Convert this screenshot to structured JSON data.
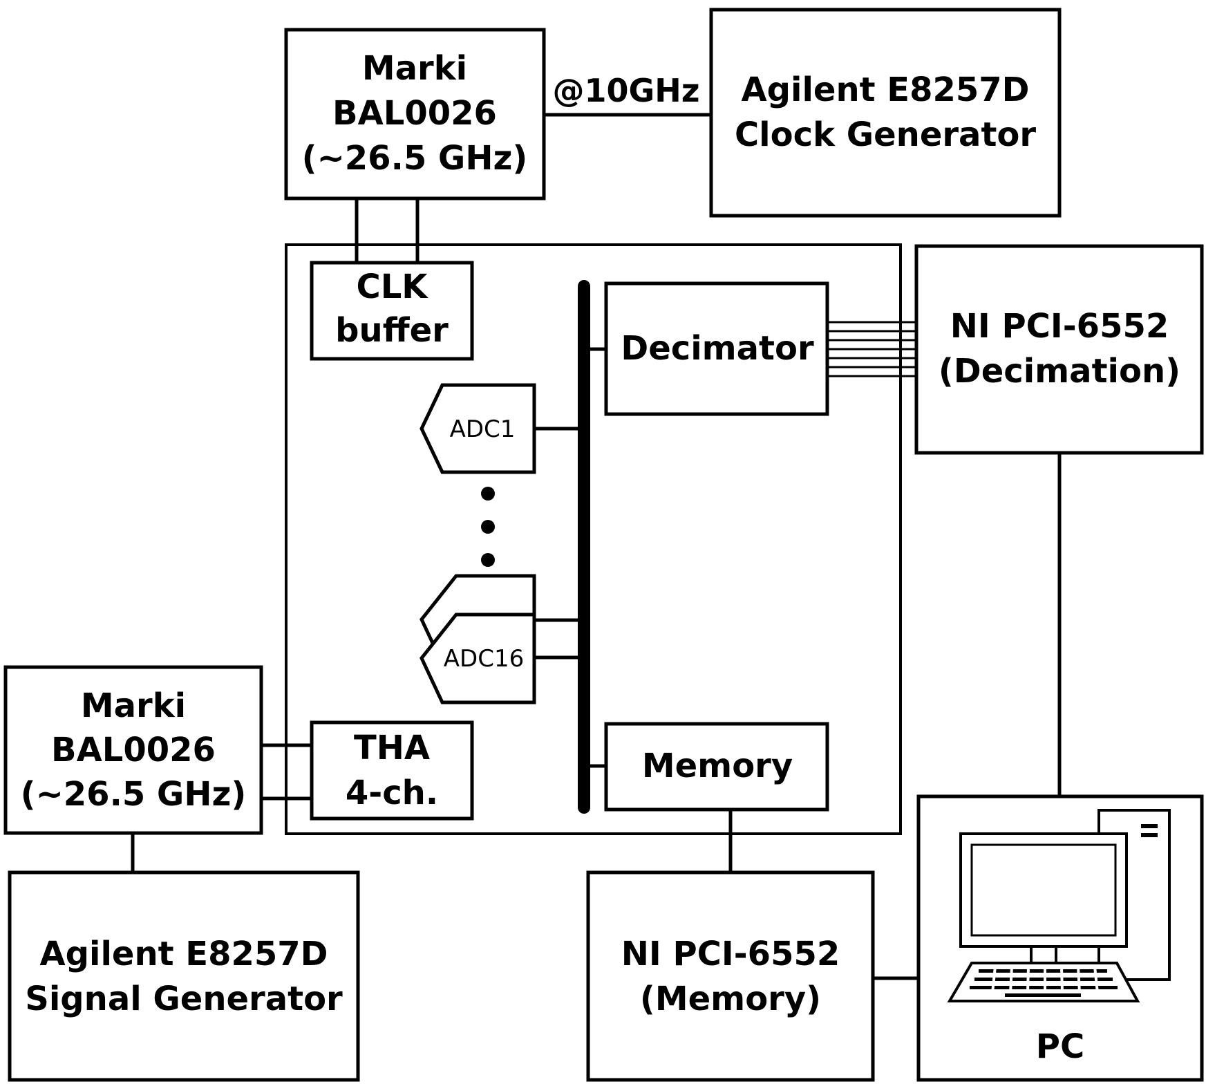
{
  "marki_clk": {
    "line1": "Marki",
    "line2": "BAL0026",
    "line3": "(~26.5 GHz)"
  },
  "clock_freq": "@10GHz",
  "clock_gen": {
    "line1": "Agilent E8257D",
    "line2": "Clock Generator"
  },
  "clk_buffer": {
    "line1": "CLK",
    "line2": "buffer"
  },
  "decimator": "Decimator",
  "ni_decim": {
    "line1": "NI PCI-6552",
    "line2": "(Decimation)"
  },
  "adc_first": "ADC1",
  "adc_last": "ADC16",
  "marki_sig": {
    "line1": "Marki",
    "line2": "BAL0026",
    "line3": "(~26.5 GHz)"
  },
  "tha": {
    "line1": "THA",
    "line2": "4-ch."
  },
  "memory": "Memory",
  "signal_gen": {
    "line1": "Agilent E8257D",
    "line2": "Signal Generator"
  },
  "ni_mem": {
    "line1": "NI PCI-6552",
    "line2": "(Memory)"
  },
  "pc": {
    "label": "PC",
    "icon": "computer-icon"
  }
}
